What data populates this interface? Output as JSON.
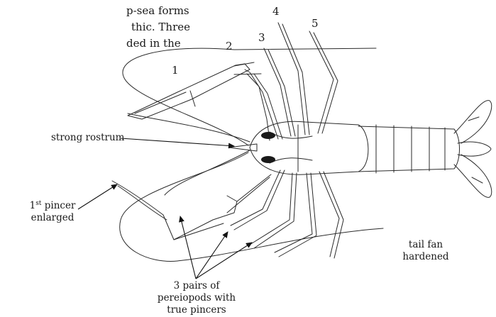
{
  "text_fragment": {
    "line1": "p-sea forms",
    "line2": "thic. Three",
    "line3": "ded in the"
  },
  "pereiopod_numbers": [
    "1",
    "2",
    "3",
    "4",
    "5"
  ],
  "labels": {
    "rostrum": "strong rostrum",
    "pincer_1": "1",
    "pincer_sup": "st",
    "pincer_rest": " pincer",
    "pincer_2": "enlarged",
    "tail_1": "tail fan",
    "tail_2": "hardened",
    "pairs_1": "3 pairs of",
    "pairs_2": "pereiopods with",
    "pairs_3": "true pincers"
  }
}
